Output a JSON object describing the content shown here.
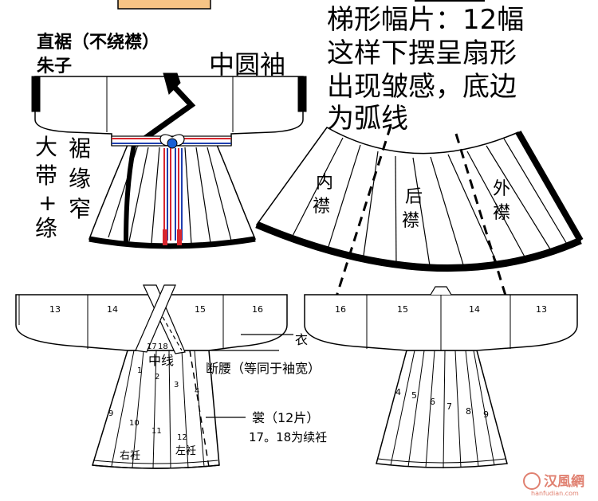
{
  "title_left_line1": "直裾（不绕襟）",
  "title_left_line2": "朱子",
  "sleeve_label": "中圆袖",
  "belt_label_chars": [
    "大",
    "带",
    "+",
    "绦"
  ],
  "hem_label_chars": [
    "裾",
    "缘",
    "窄"
  ],
  "note_lines": [
    "梯形幅片：12幅",
    "这样下摆呈扇形",
    "出现皱感，底边",
    "为弧线"
  ],
  "fan_labels": {
    "inner": [
      "内",
      "襟"
    ],
    "back": [
      "后",
      "襟"
    ],
    "outer": [
      "外",
      "襟"
    ]
  },
  "front_panel_numbers": [
    "13",
    "14",
    "15",
    "16"
  ],
  "back_panel_numbers": [
    "16",
    "15",
    "14",
    "13"
  ],
  "front_skirt_numbers": [
    "17",
    "18",
    "1",
    "2",
    "3",
    "4",
    "9",
    "10",
    "11",
    "12"
  ],
  "back_skirt_numbers": [
    "4",
    "5",
    "6",
    "7",
    "8",
    "9"
  ],
  "front_skirt_labels": {
    "right": "右衽",
    "left": "左衽"
  },
  "annotations": {
    "yi": "衣",
    "center_line": "中线",
    "waist": "断腰（等同于袖宽）",
    "skirt": "裳（12片）",
    "lapel_note": "17。18为续衽"
  },
  "watermark": {
    "logo": "汉風網",
    "url": "hanfudian.com"
  },
  "colors": {
    "ink": "#000000",
    "belt_red": "#d8262e",
    "belt_blue": "#1f3fb0",
    "belt_knot": "#1a5fd6",
    "top_swatch": "#f7c485",
    "watermark": "#e08070"
  }
}
